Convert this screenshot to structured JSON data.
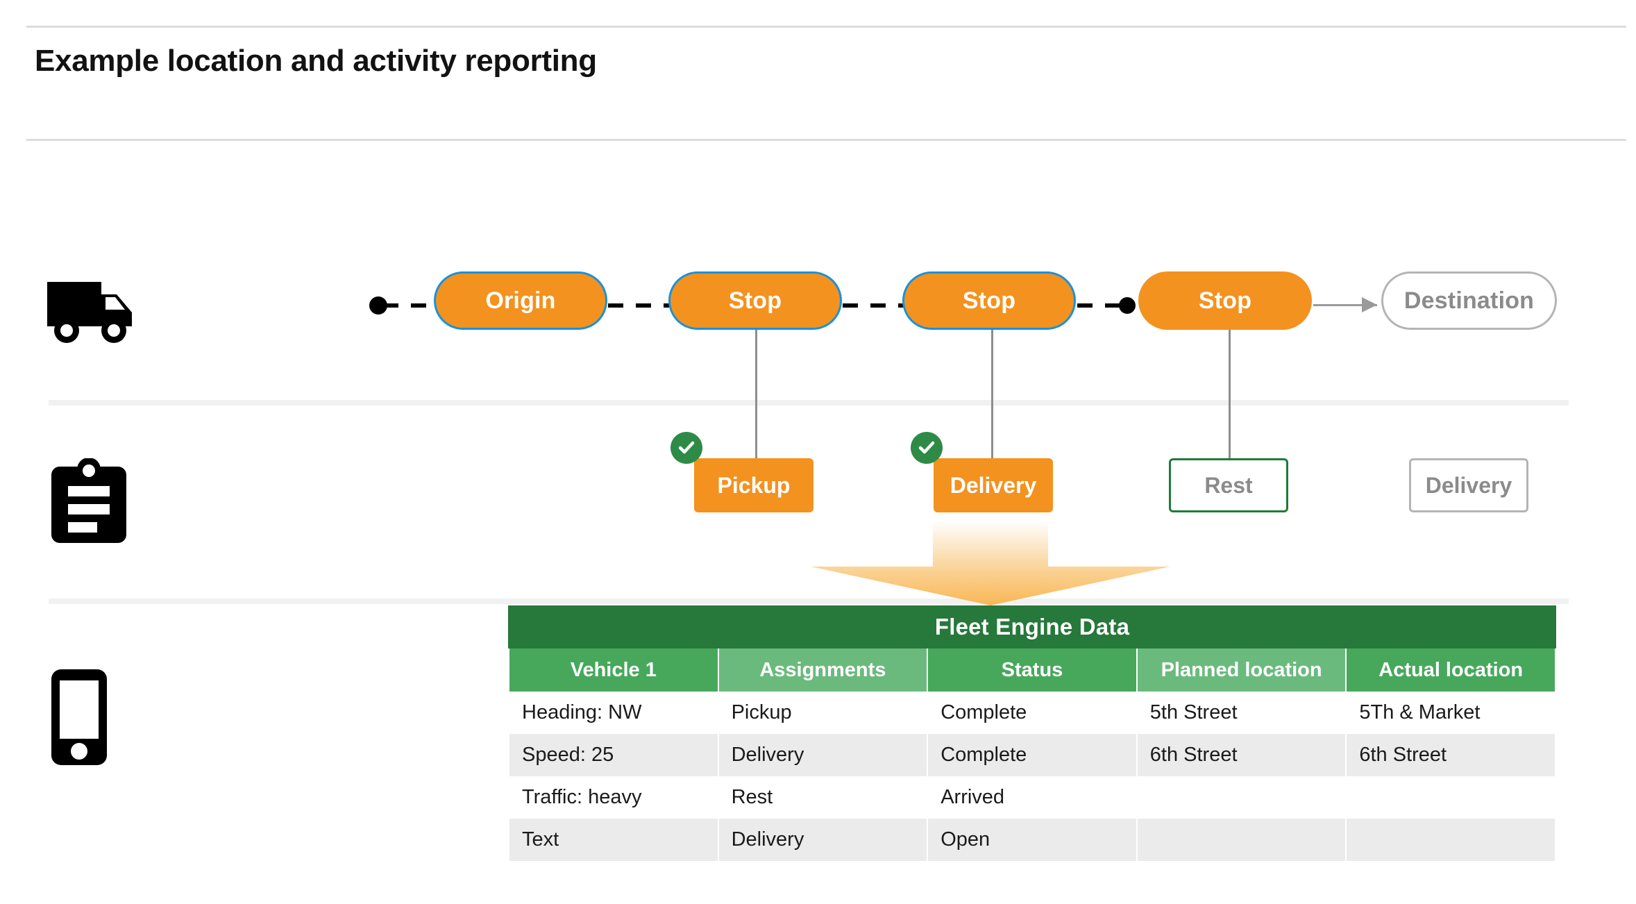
{
  "page": {
    "title": "Example location and activity reporting"
  },
  "gutter": {
    "truck_icon": "truck-icon",
    "clipboard_icon": "clipboard-icon",
    "phone_icon": "phone-icon"
  },
  "route": {
    "nodes": [
      {
        "label": "Origin",
        "style": "orange-bordered"
      },
      {
        "label": "Stop",
        "style": "orange-bordered"
      },
      {
        "label": "Stop",
        "style": "orange-bordered"
      },
      {
        "label": "Stop",
        "style": "orange-plain"
      },
      {
        "label": "Destination",
        "style": "ghost"
      }
    ]
  },
  "activities": [
    {
      "label": "Pickup",
      "style": "filled",
      "completed": true
    },
    {
      "label": "Delivery",
      "style": "filled",
      "completed": true
    },
    {
      "label": "Rest",
      "style": "green-outline",
      "completed": false
    },
    {
      "label": "Delivery",
      "style": "grey-outline",
      "completed": false
    }
  ],
  "table": {
    "title": "Fleet Engine Data",
    "columns": [
      "Vehicle 1",
      "Assignments",
      "Status",
      "Planned location",
      "Actual location"
    ],
    "rows": [
      [
        "Heading: NW",
        "Pickup",
        "Complete",
        "5th Street",
        "5Th & Market"
      ],
      [
        "Speed: 25",
        "Delivery",
        "Complete",
        "6th Street",
        "6th Street"
      ],
      [
        "Traffic: heavy",
        "Rest",
        "Arrived",
        "",
        ""
      ],
      [
        "Text",
        "Delivery",
        "Open",
        "",
        ""
      ]
    ]
  },
  "colors": {
    "orange": "#F3921F",
    "blue_border": "#1A91DC",
    "green_dark": "#27783B",
    "green_header": "#47A85C",
    "green_header_light": "#6BBA7D",
    "green_check": "#2E8B46",
    "grey_outline": "#b4b4b4",
    "row_alt": "#EBEBEB"
  }
}
